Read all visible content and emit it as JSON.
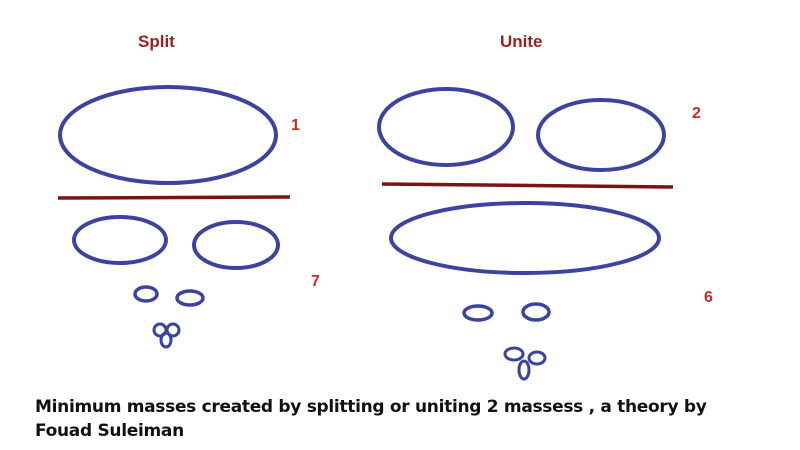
{
  "headings": {
    "split": "Split",
    "unite": "Unite"
  },
  "numbers": {
    "split_top": "1",
    "unite_top": "2",
    "split_bottom": "7",
    "unite_bottom": "6"
  },
  "caption": {
    "line1": "Minimum masses created by splitting or uniting 2 massess , a theory by",
    "line2": "Fouad Suleiman"
  },
  "colors": {
    "ellipse": "#3a44a0",
    "divider": "#7a1414",
    "heading": "#9c1f1f",
    "number": "#c42a2a"
  }
}
